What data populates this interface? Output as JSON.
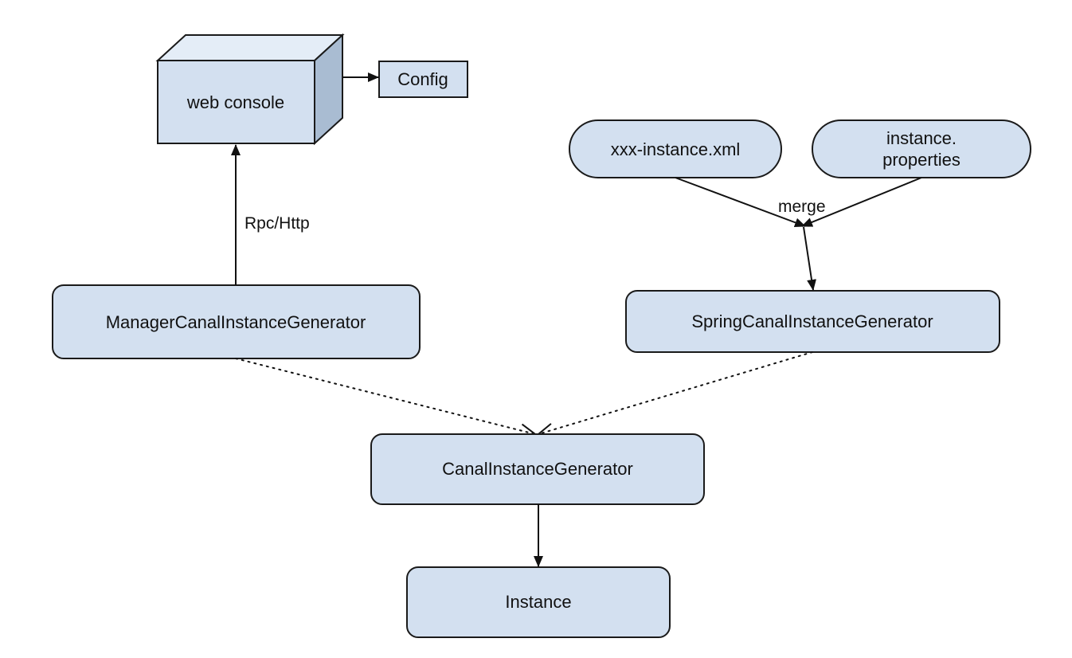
{
  "colors": {
    "node_fill": "#d3e0f0",
    "node_side": "#a9bcd2",
    "node_top": "#e4edf7",
    "node_stroke": "#1a1a1a",
    "edge": "#111111"
  },
  "nodes": {
    "web_console": {
      "label": "web console",
      "shape": "3d-box"
    },
    "config": {
      "label": "Config",
      "shape": "rectangle"
    },
    "xxx_instance_xml": {
      "label": "xxx-instance.xml",
      "shape": "rounded-pill"
    },
    "instance_properties": {
      "label_line1": "instance.",
      "label_line2": "properties",
      "shape": "rounded-pill"
    },
    "manager_generator": {
      "label": "ManagerCanalInstanceGenerator",
      "shape": "rounded-rectangle"
    },
    "spring_generator": {
      "label": "SpringCanalInstanceGenerator",
      "shape": "rounded-rectangle"
    },
    "canal_generator": {
      "label": "CanalInstanceGenerator",
      "shape": "rounded-rectangle"
    },
    "instance": {
      "label": "Instance",
      "shape": "rounded-rectangle"
    }
  },
  "edges": {
    "rpc_http": {
      "label": "Rpc/Http",
      "from": "ManagerCanalInstanceGenerator",
      "to": "web console",
      "style": "solid-arrow"
    },
    "console_to_config": {
      "from": "web console",
      "to": "Config",
      "style": "solid-arrow"
    },
    "merge": {
      "label": "merge",
      "from": [
        "xxx-instance.xml",
        "instance.properties"
      ],
      "style": "solid-arrow"
    },
    "merge_to_spring": {
      "to": "SpringCanalInstanceGenerator",
      "style": "solid-arrow"
    },
    "manager_implements": {
      "from": "ManagerCanalInstanceGenerator",
      "to": "CanalInstanceGenerator",
      "style": "dotted-open-triangle"
    },
    "spring_implements": {
      "from": "SpringCanalInstanceGenerator",
      "to": "CanalInstanceGenerator",
      "style": "dotted-open-triangle"
    },
    "generator_to_instance": {
      "from": "CanalInstanceGenerator",
      "to": "Instance",
      "style": "solid-arrow"
    }
  }
}
